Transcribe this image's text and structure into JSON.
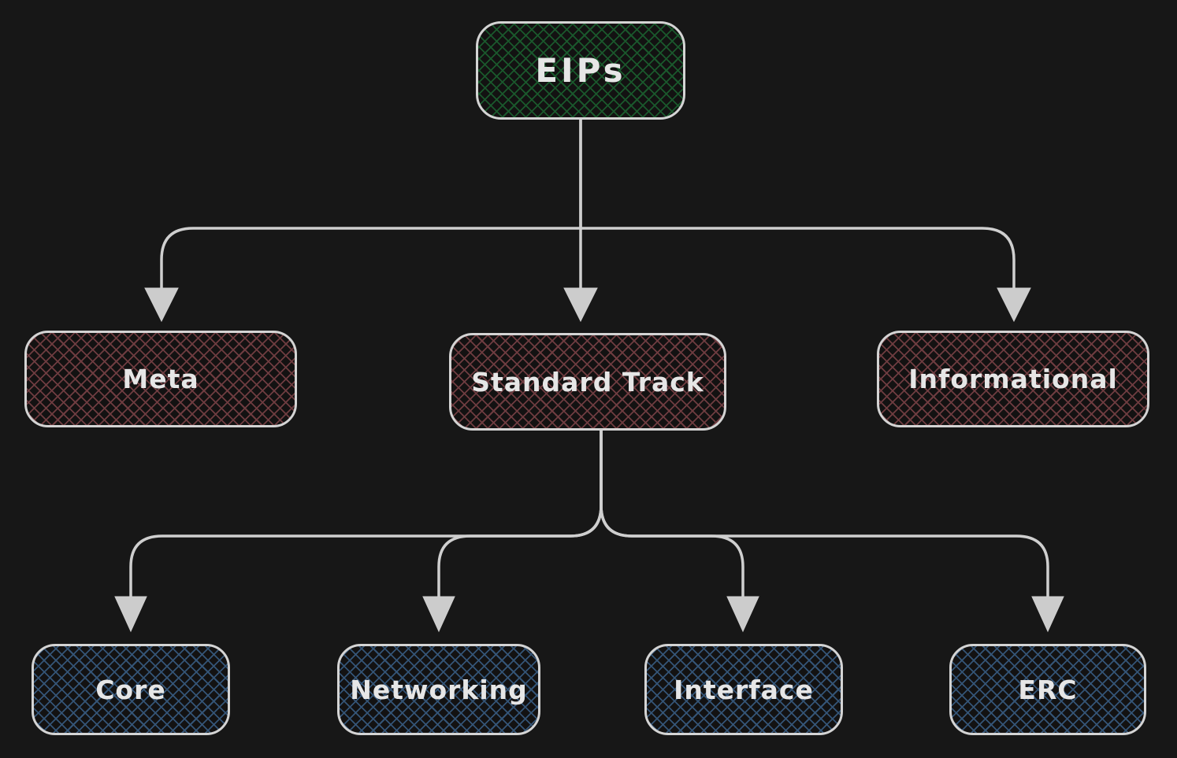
{
  "colors": {
    "background": "#171717",
    "border": "#d4d4d4",
    "connector": "#cfcfcf",
    "arrowhead": "#cccccc",
    "text": "#e6e6e6",
    "hatch_green": "#1a582c",
    "hatch_red": "#6e3c40",
    "hatch_blue": "#345476"
  },
  "nodes": [
    {
      "id": "eips",
      "label": "EIPs",
      "hatch": "green"
    },
    {
      "id": "meta",
      "label": "Meta",
      "hatch": "red"
    },
    {
      "id": "standard-track",
      "label": "Standard Track",
      "hatch": "red"
    },
    {
      "id": "informational",
      "label": "Informational",
      "hatch": "red"
    },
    {
      "id": "core",
      "label": "Core",
      "hatch": "blue"
    },
    {
      "id": "networking",
      "label": "Networking",
      "hatch": "blue"
    },
    {
      "id": "interface",
      "label": "Interface",
      "hatch": "blue"
    },
    {
      "id": "erc",
      "label": "ERC",
      "hatch": "blue"
    }
  ],
  "edges": [
    {
      "from": "EIPs",
      "to": "Meta"
    },
    {
      "from": "EIPs",
      "to": "Standard Track"
    },
    {
      "from": "EIPs",
      "to": "Informational"
    },
    {
      "from": "Standard Track",
      "to": "Core"
    },
    {
      "from": "Standard Track",
      "to": "Networking"
    },
    {
      "from": "Standard Track",
      "to": "Interface"
    },
    {
      "from": "Standard Track",
      "to": "ERC"
    }
  ]
}
